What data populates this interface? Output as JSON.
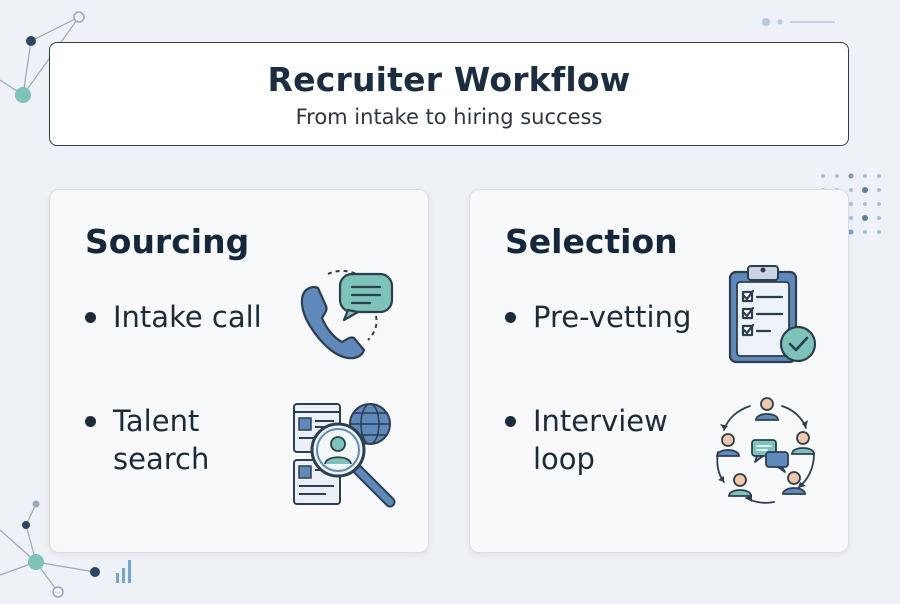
{
  "header": {
    "title": "Recruiter Workflow",
    "subtitle": "From intake to hiring success"
  },
  "cards": [
    {
      "title": "Sourcing",
      "items": [
        {
          "label": "Intake call",
          "icon": "phone-chat-icon"
        },
        {
          "label": "Talent search",
          "icon": "profile-search-icon"
        }
      ]
    },
    {
      "title": "Selection",
      "items": [
        {
          "label": "Pre-vetting",
          "icon": "clipboard-check-icon"
        },
        {
          "label": "Interview loop",
          "icon": "interview-loop-icon"
        }
      ]
    }
  ],
  "colors": {
    "background": "#eef1f5",
    "dark_navy": "#1b2d40",
    "accent_blue": "#5a7fad",
    "accent_teal": "#6bb8b0"
  }
}
